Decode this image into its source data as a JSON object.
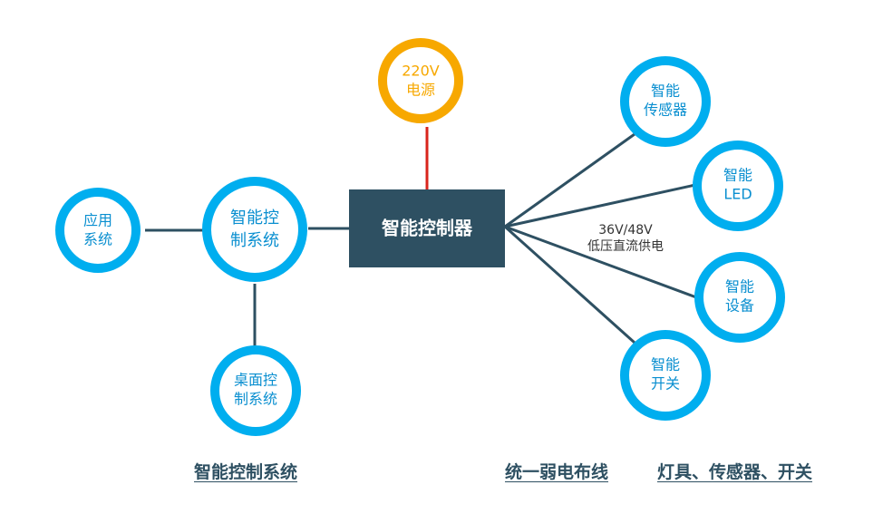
{
  "colors": {
    "dark_slate": "#2e5062",
    "blue": "#00aeef",
    "blue_text": "#0a8fd0",
    "orange": "#f7a800",
    "red_line": "#d9241c"
  },
  "center": {
    "label": "智能控制器"
  },
  "power": {
    "line1": "220V",
    "line2": "电源"
  },
  "left_nodes": {
    "app_system": {
      "line1": "应用",
      "line2": "系统"
    },
    "smart_control_system": {
      "line1": "智能控",
      "line2": "制系统"
    },
    "desktop_control_system": {
      "line1": "桌面控",
      "line2": "制系统"
    }
  },
  "right_nodes": {
    "smart_sensor": {
      "line1": "智能",
      "line2": "传感器"
    },
    "smart_led": {
      "line1": "智能",
      "line2": "LED"
    },
    "smart_device": {
      "line1": "智能",
      "line2": "设备"
    },
    "smart_switch": {
      "line1": "智能",
      "line2": "开关"
    }
  },
  "supply_annotation": {
    "line1": "36V/48V",
    "line2": "低压直流供电"
  },
  "captions": {
    "left": "智能控制系统",
    "middle": "统一弱电布线",
    "right": "灯具、传感器、开关"
  }
}
